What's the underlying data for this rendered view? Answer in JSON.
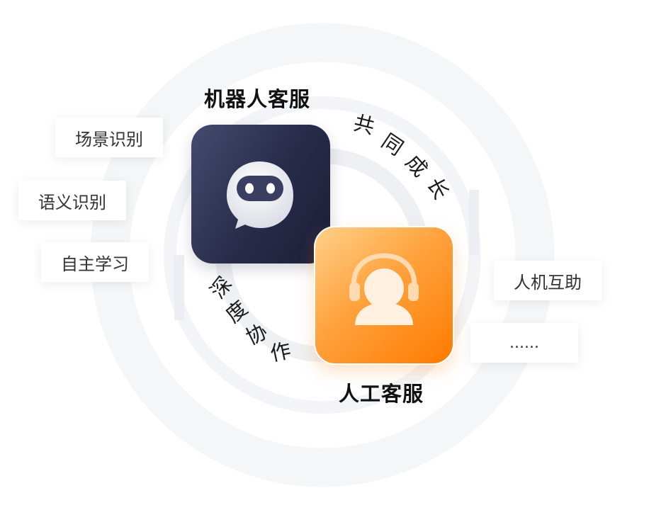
{
  "robot_service": {
    "title": "机器人客服",
    "icon": "robot-chat-icon",
    "color_from": "#454b6f",
    "color_to": "#1c1f38"
  },
  "human_service": {
    "title": "人工客服",
    "icon": "headset-agent-icon",
    "color_from": "#ffd08a",
    "color_to": "#ff7a00"
  },
  "arc_top": {
    "chars": [
      "共",
      "同",
      "成",
      "长"
    ]
  },
  "arc_bottom": {
    "chars": [
      "深",
      "度",
      "协",
      "作"
    ]
  },
  "left_tags": [
    "场景识别",
    "语义识别",
    "自主学习"
  ],
  "right_tags": [
    "人机互助",
    "......"
  ]
}
